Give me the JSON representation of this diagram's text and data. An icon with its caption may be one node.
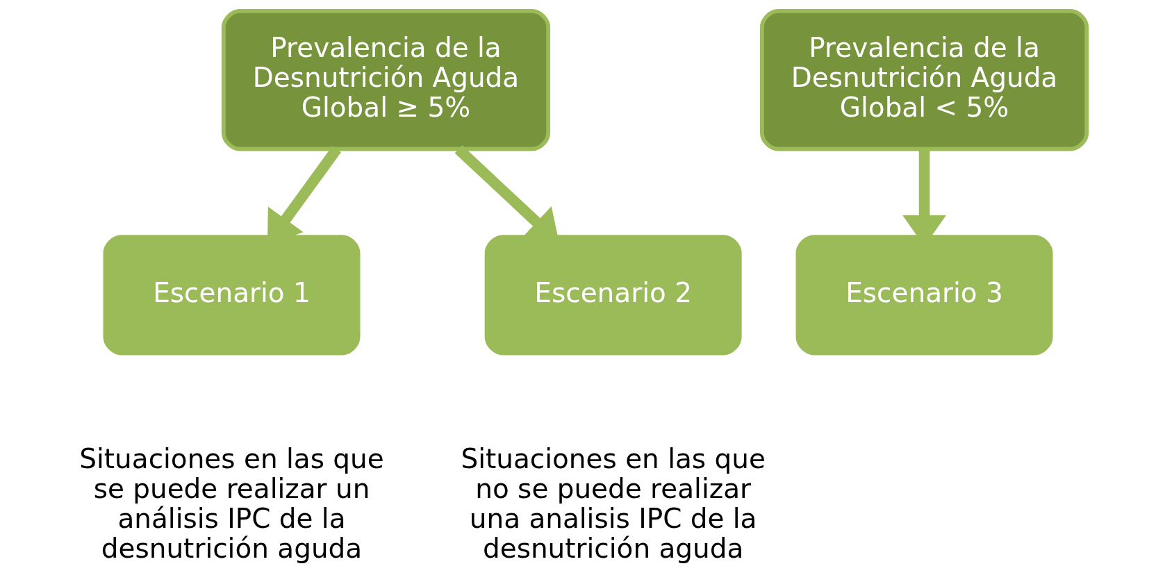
{
  "diagram": {
    "nodes": [
      {
        "text": [
          "Prevalencia de la Desnutrición Aguda Global ≥ 5%"
        ]
      },
      {
        "text": [
          "Prevalencia de la Desnutrición Aguda Global < 5%"
        ]
      },
      {
        "text": [
          "Escenario 1"
        ],
        "beside": [
          "Situaciones en las que se puede realizar un análisis IPC de la desnutrición aguda"
        ]
      },
      {
        "text": [
          "Escenario 2"
        ],
        "beside": [
          "Situaciones en las que no se puede realizar una analisis IPC de la desnutrición aguda"
        ]
      },
      {
        "text": [
          "Escenario 3"
        ]
      }
    ],
    "edges": [
      {
        "from": 0,
        "to": 2,
        "arrow": "to"
      },
      {
        "from": 0,
        "to": 3,
        "arrow": "to"
      },
      {
        "from": 1,
        "to": 4,
        "arrow": "to"
      }
    ]
  }
}
